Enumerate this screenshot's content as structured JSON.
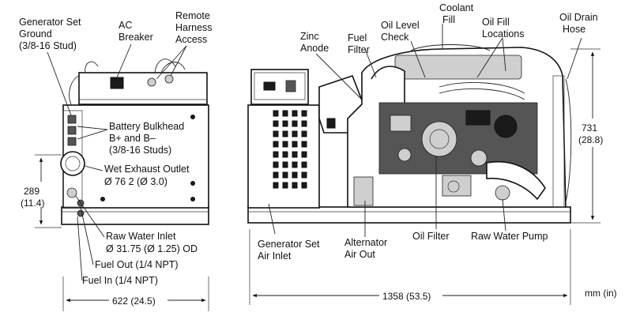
{
  "labels": {
    "generator_set_ground": [
      "Generator Set",
      "Ground",
      "(3/8-16 Stud)"
    ],
    "ac_breaker": [
      "AC",
      "Breaker"
    ],
    "remote_harness_access": [
      "Remote",
      "Harness",
      "Access"
    ],
    "battery_bulkhead": [
      "Battery Bulkhead",
      "B+ and B–",
      "(3/8-16 Studs)"
    ],
    "wet_exhaust_outlet": [
      "Wet Exhaust Outlet",
      "Ø 76 2 (Ø 3.0)"
    ],
    "raw_water_inlet": [
      "Raw Water Inlet",
      "Ø 31.75 (Ø 1.25) OD"
    ],
    "fuel_out": "Fuel Out (1/4 NPT)",
    "fuel_in": "Fuel In (1/4 NPT)",
    "zinc_anode": [
      "Zinc",
      "Anode"
    ],
    "fuel_filter": [
      "Fuel",
      "Filter"
    ],
    "oil_level_check": [
      "Oil Level",
      "Check"
    ],
    "coolant_fill": [
      "Coolant",
      "Fill"
    ],
    "oil_fill_locations": [
      "Oil Fill",
      "Locations"
    ],
    "oil_drain_hose": [
      "Oil Drain",
      "Hose"
    ],
    "generator_set_air_inlet": [
      "Generator Set",
      "Air Inlet"
    ],
    "alternator_air_out": [
      "Alternator",
      "Air Out"
    ],
    "oil_filter": "Oil Filter",
    "raw_water_pump": "Raw Water Pump"
  },
  "dimensions": {
    "height_side": [
      "289",
      "(11.4)"
    ],
    "height_front": [
      "731",
      "(28.8)"
    ],
    "width_side": "622 (24.5)",
    "length_front": "1358 (53.5)",
    "units": "mm (in)"
  }
}
